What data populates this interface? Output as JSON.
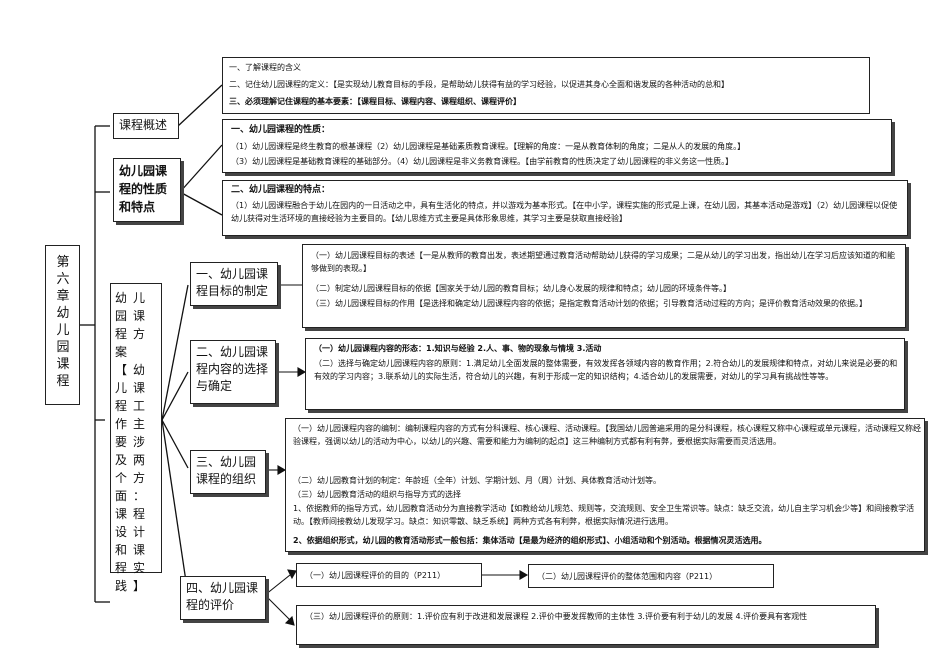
{
  "root": "第六章幼儿园课程",
  "section1": {
    "title": "课程概述",
    "lines": [
      "一、了解课程的含义",
      "二、记住幼儿园课程的定义：【是实现幼儿教育目标的手段，是帮助幼儿获得有益的学习经验，以促进其身心全面和谐发展的各种活动的总和】",
      "三、必须理解记住课程的基本要素：【课程目标、课程内容、课程组织、课程评价】"
    ]
  },
  "section2": {
    "title": "幼儿园课程的性质和特点",
    "nature_title": "一、幼儿园课程的性质：",
    "nature_lines": [
      "（1）幼儿园课程是终生教育的根基课程（2）幼儿园课程是基础素质教育课程。【理解的角度：一是从教育体制的角度；二是从人的发展的角度。】",
      "（3）幼儿园课程是基础教育课程的基础部分。（4）幼儿园课程是非义务教育课程。【由学前教育的性质决定了幼儿园课程的非义务这一性质。】"
    ],
    "feature_title": "二、幼儿园课程的特点：",
    "feature_lines": [
      "（1）幼儿园课程融合于幼儿在园内的一日活动之中，具有生活化的特点，并以游戏为基本形式。【在中小学，课程实施的形式是上课，在幼儿园，其基本活动是游戏】（2）幼儿园课程以促使幼儿获得对生活环境的直接经验为主要目的。【幼儿思维方式主要是具体形象思维，其学习主要是获取直接经验】"
    ]
  },
  "section3": {
    "title": "幼儿园课程方案【幼儿课程工作主要涉及两个方面：课程设计和课程实践】",
    "sub1": {
      "title": "一、幼儿园课程目标的制定",
      "lines": [
        "（一）幼儿园课程目标的表述【一是从教师的教育出发，表述期望通过教育活动帮助幼儿获得的学习成果；二是从幼儿的学习出发，指出幼儿在学习后应该知道的和能够做到的表现。】",
        "（二）制定幼儿园课程目标的依据【国家关于幼儿园的教育目标；幼儿身心发展的规律和特点；幼儿园的环境条件等。】",
        "（三）幼儿园课程目标的作用【是选择和确定幼儿园课程内容的依据；是指定教育活动计划的依据；引导教育活动过程的方向；是评价教育活动效果的依据。】"
      ]
    },
    "sub2": {
      "title": "二、幼儿园课程内容的选择与确定",
      "lines": [
        "（一）幼儿园课程内容的形态：1.知识与经验 2.人、事、物的现象与情境 3.活动",
        "（二）选择与确定幼儿园课程内容的原则：1.满足幼儿全面发展的整体需要，有效发挥各领域内容的教育作用；2.符合幼儿的发展规律和特点，对幼儿来说是必要的和有效的学习内容；3.联系幼儿的实际生活，符合幼儿的兴趣，有利于形成一定的知识结构；4.适合幼儿的发展需要，对幼儿的学习具有挑战性等等。"
      ]
    },
    "sub3": {
      "title": "三、幼儿园课程的组织",
      "lines": [
        "（一）幼儿园课程内容的编制：编制课程内容的方式有分科课程、核心课程、活动课程。【我国幼儿园普遍采用的是分科课程，核心课程又称中心课程或单元课程，活动课程又称经验课程，强调以幼儿的活动为中心，以幼儿的兴趣、需要和能力为编制的起点】这三种编制方式都有利有弊，要根据实际需要而灵活选用。",
        "（二）幼儿园教育计划的制定：年龄班（全年）计划、学期计划、月（周）计划、具体教育活动计划等。",
        "（三）幼儿园教育活动的组织与指导方式的选择",
        "1、依据教师的指导方式，幼儿园教育活动分为直接教学活动【如教给幼儿规范、规则等，交流规则、安全卫生常识等。缺点：缺乏交流，幼儿自主学习机会少等】和间接教学活动。【教师间接教幼儿发现学习。缺点：知识零散、缺乏系统】两种方式各有利弊，根据实际情况进行选用。",
        "2、依据组织形式，幼儿园的教育活动形式一般包括：集体活动【是最为经济的组织形式】、小组活动和个别活动。根据情况灵活选用。"
      ]
    },
    "sub4": {
      "title": "四、幼儿园课程的评价",
      "item1": "（一）幼儿园课程评价的目的（P211）",
      "item2": "（二）幼儿园课程评价的整体范围和内容（P211）",
      "item3": "（三）幼儿园课程评价的原则：1.评价应有利于改进和发展课程 2.评价中要发挥教师的主体性 3.评价要有利于幼儿的发展 4.评价要具有客观性"
    }
  }
}
